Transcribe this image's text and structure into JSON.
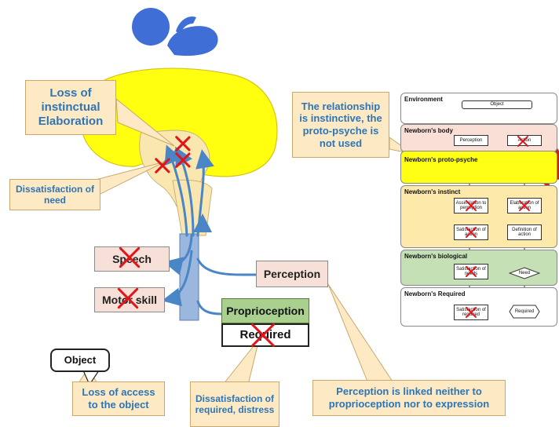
{
  "labels": {
    "loss_instinctual_elaboration": "Loss of instinctual Elaboration",
    "dissatisfaction_of_need": "Dissatisfaction of need",
    "speech": "Speech",
    "motor_skill": "Motor skill",
    "perception": "Perception",
    "proprioception": "Proprioception",
    "required": "Required",
    "object": "Object",
    "loss_access_object": "Loss of access to the object",
    "dissatisfaction_required": "Dissatisfaction of required, distress",
    "perception_not_linked": "Perception is linked neither to proprioception nor to expression",
    "relationship_instinctive": "The relationship is instinctive, the proto-psyche is not used"
  },
  "panel": {
    "environment": "Environment",
    "env_object": "Object",
    "body": "Newborn's body",
    "body_perception": "Perception",
    "body_action": "Action",
    "protopsyche": "Newborn's proto-psyche",
    "instinct": "Newborn's instinct",
    "instinct_assimilation": "Assimilation to perception",
    "instinct_elaboration": "Elaboration of action",
    "instinct_satisfaction": "Satisfaction of action",
    "instinct_definition": "Definition of action",
    "biological": "Newborn's biological",
    "bio_satisfaction": "Satisfaction of needs",
    "bio_need": "Need",
    "required_title": "Newborn's Required",
    "req_satisfaction": "Satisfaction of required",
    "req_required": "Required"
  }
}
